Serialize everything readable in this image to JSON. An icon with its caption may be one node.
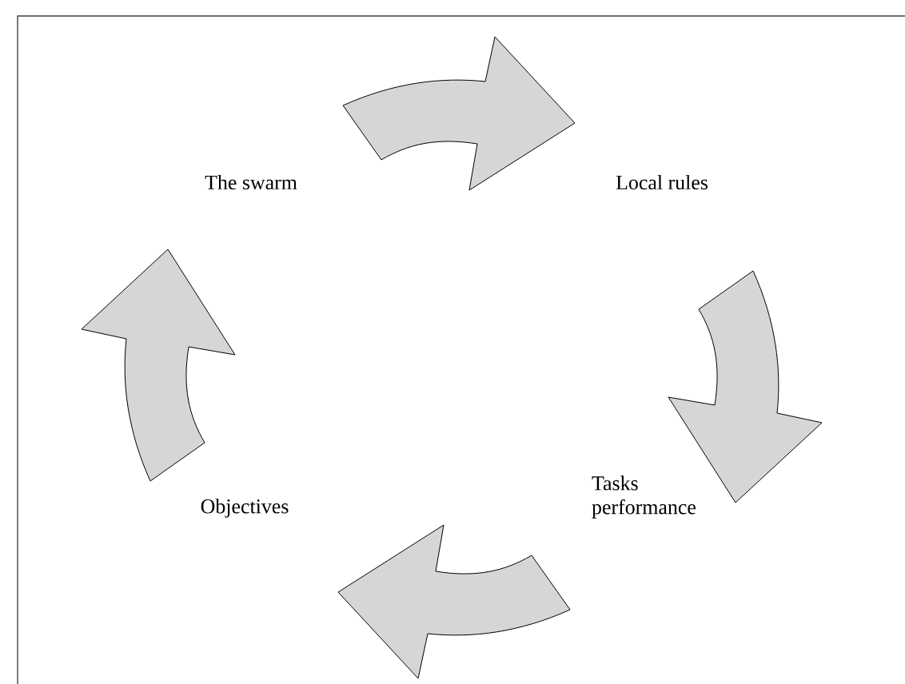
{
  "diagram": {
    "nodes": [
      {
        "text": [
          "The swarm"
        ]
      },
      {
        "text": [
          "Local rules"
        ]
      },
      {
        "text": [
          "Tasks performance"
        ]
      },
      {
        "text": [
          "Objectives"
        ]
      }
    ],
    "edges": [
      {
        "from": 0,
        "to": 1,
        "arrow": "to"
      },
      {
        "from": 1,
        "to": 2,
        "arrow": "to"
      },
      {
        "from": 2,
        "to": 3,
        "arrow": "to"
      },
      {
        "from": 3,
        "to": 0,
        "arrow": "to"
      }
    ]
  }
}
